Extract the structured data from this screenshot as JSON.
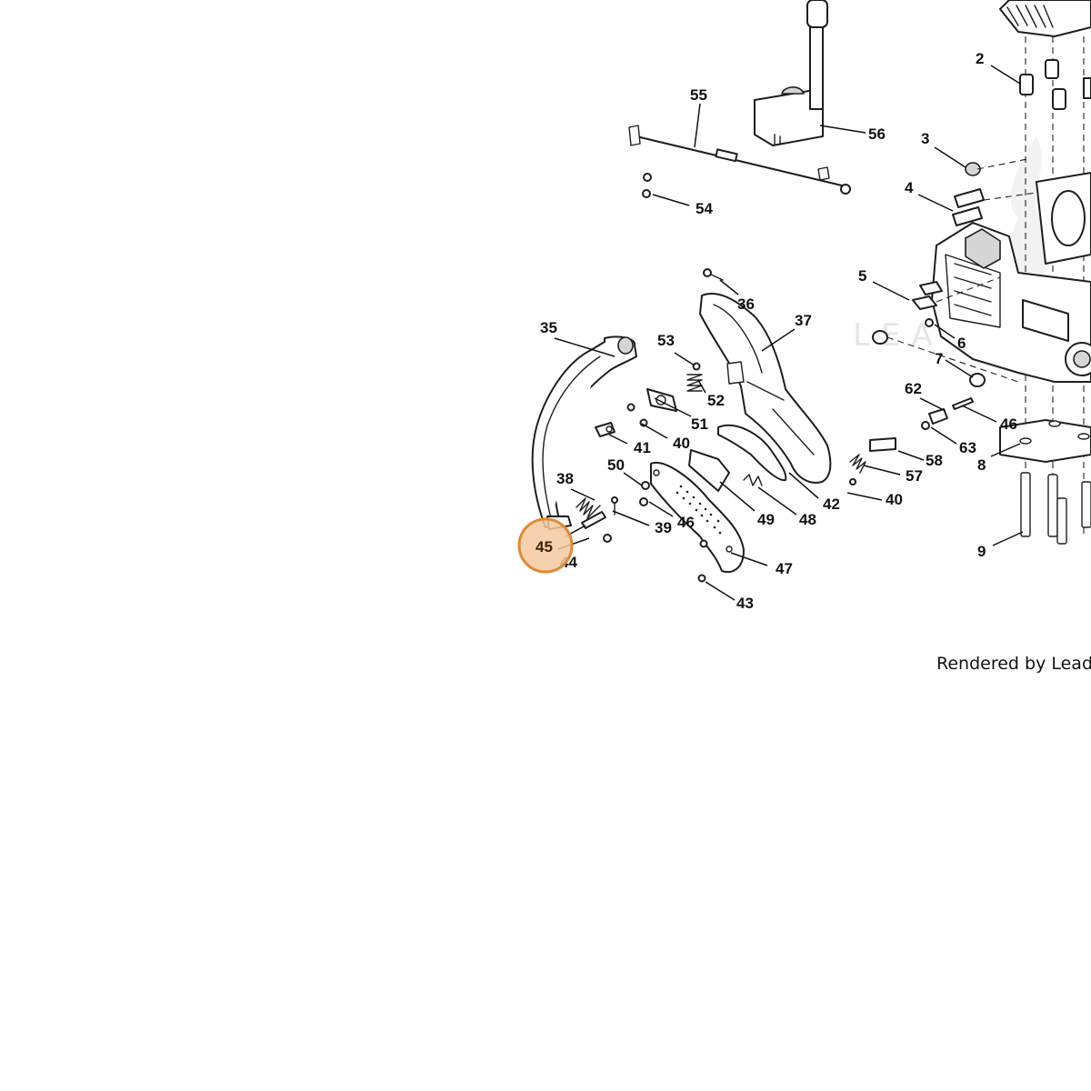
{
  "diagram": {
    "watermark_text": "LEA",
    "footer_text": "Rendered by LeadVer",
    "highlight": {
      "label": "45",
      "fill": "#f3c9a0",
      "stroke": "#e08a36"
    },
    "callouts": {
      "c2": "2",
      "c3": "3",
      "c4": "4",
      "c5": "5",
      "c6": "6",
      "c7": "7",
      "c8": "8",
      "c9": "9",
      "c35": "35",
      "c36": "36",
      "c37": "37",
      "c38": "38",
      "c39": "39",
      "c40a": "40",
      "c40b": "40",
      "c41": "41",
      "c42": "42",
      "c43": "43",
      "c44": "44",
      "c46a": "46",
      "c46b": "46",
      "c47": "47",
      "c48": "48",
      "c49": "49",
      "c50": "50",
      "c51": "51",
      "c52": "52",
      "c53": "53",
      "c54": "54",
      "c55": "55",
      "c56": "56",
      "c57": "57",
      "c58": "58",
      "c62": "62",
      "c63": "63"
    }
  }
}
